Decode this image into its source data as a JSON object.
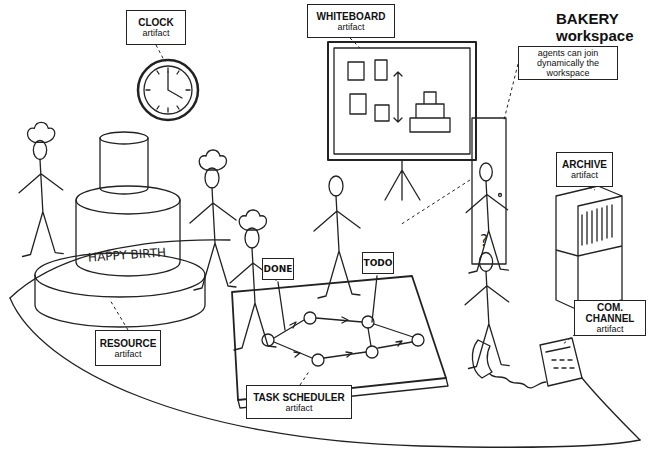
{
  "diagram": {
    "title": "BAKERY workspace",
    "nodes": [
      {
        "text": [
          "CLOCK",
          "artifact"
        ]
      },
      {
        "text": [
          "WHITEBOARD",
          "artifact"
        ]
      },
      {
        "text": [
          "agents can join dynamically the workspace"
        ]
      },
      {
        "text": [
          "ARCHIVE",
          "artifact"
        ]
      },
      {
        "text": [
          "TODO"
        ]
      },
      {
        "text": [
          "DONE"
        ]
      },
      {
        "text": [
          "COM. CHANNEL",
          "artifact"
        ]
      },
      {
        "text": [
          "RESOURCE",
          "artifact"
        ]
      },
      {
        "text": [
          "TASK SCHEDULER",
          "artifact"
        ]
      }
    ],
    "labels": [
      "?",
      "HAPPY BIRTH"
    ]
  }
}
